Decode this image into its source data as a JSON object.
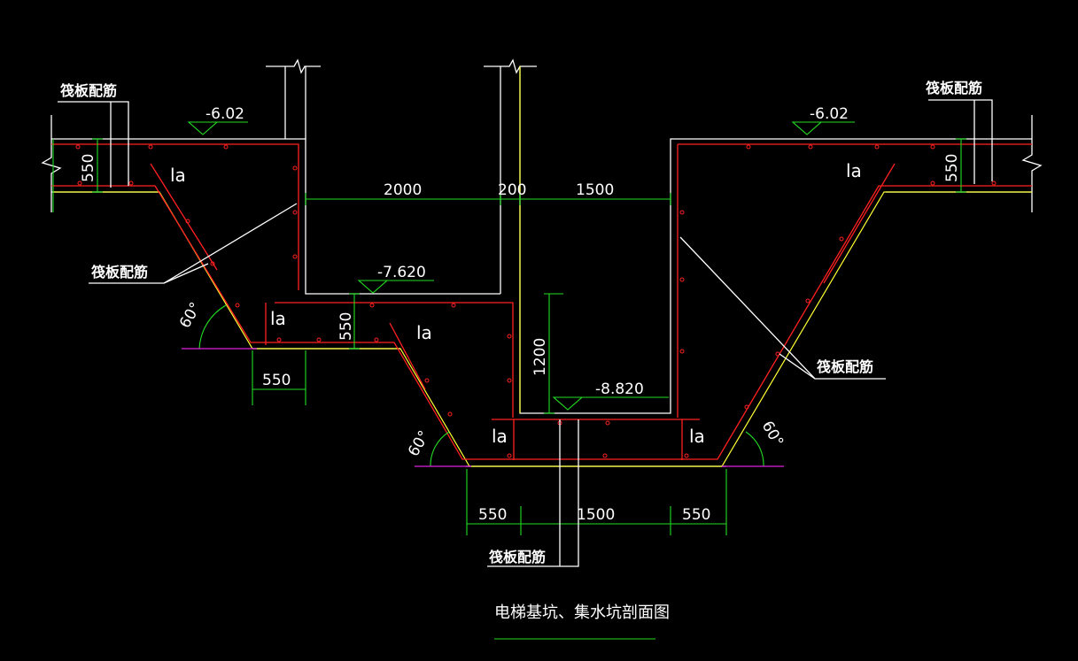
{
  "title": "电梯基坑、集水坑剖面图",
  "labels": {
    "raft_rebar": "筏板配筋",
    "anchorage": "la",
    "angle_60": "60°"
  },
  "elevations": {
    "top_left": "-6.02",
    "top_right": "-6.02",
    "mid": "-7.620",
    "bottom": "-8.820"
  },
  "dimensions": {
    "slab_thk_left": "550",
    "slab_thk_right": "550",
    "slab_thk_mid": "550",
    "pit_width": "2000",
    "wall": "200",
    "sump_width": "1500",
    "sump_depth": "1200",
    "step_left": "550",
    "bottom_left": "550",
    "bottom_mid": "1500",
    "bottom_right": "550"
  },
  "colors": {
    "background": "#000000",
    "concrete": "#ffffff",
    "rebar": "#ff2020",
    "soil": "#ffff33",
    "dimension": "#22dd22",
    "ground": "#dd22dd"
  }
}
